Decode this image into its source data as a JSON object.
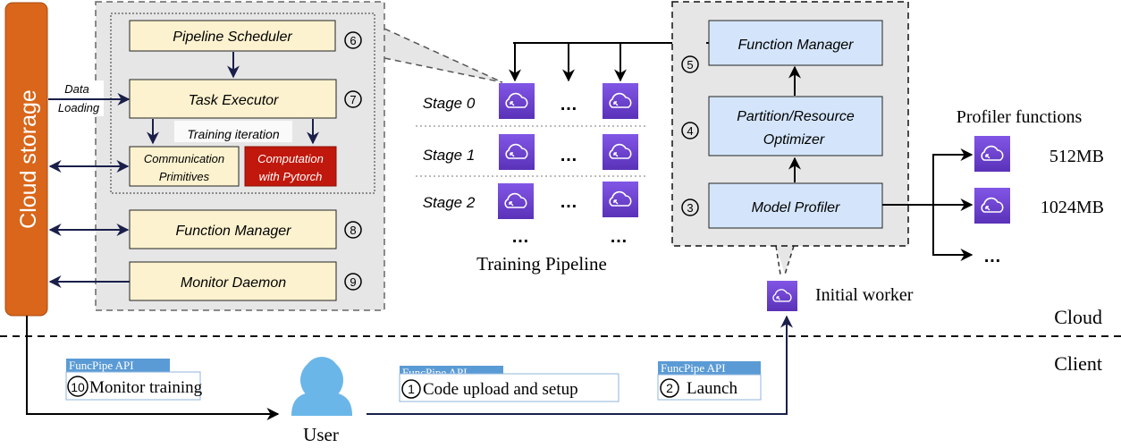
{
  "cloud_storage": {
    "label": "Cloud storage",
    "color": "#d9661a"
  },
  "data_loading": {
    "line1": "Data",
    "line2": "Loading"
  },
  "worker_detail": {
    "pipeline_scheduler": {
      "label": "Pipeline Scheduler",
      "step": "6"
    },
    "task_executor": {
      "label": "Task Executor",
      "step": "7"
    },
    "training_iteration": "Training iteration",
    "communication_primitives": {
      "line1": "Communication",
      "line2": "Primitives"
    },
    "computation": {
      "line1": "Computation",
      "line2": "with Pytorch",
      "color": "#c0180c"
    },
    "function_manager": {
      "label": "Function Manager",
      "step": "8"
    },
    "monitor_daemon": {
      "label": "Monitor Daemon",
      "step": "9"
    }
  },
  "training_pipeline": {
    "stages": [
      "Stage 0",
      "Stage 1",
      "Stage 2"
    ],
    "ellipsis": "…",
    "caption": "Training Pipeline"
  },
  "controller": {
    "function_manager": {
      "label": "Function Manager",
      "step": "5"
    },
    "optimizer": {
      "line1": "Partition/Resource",
      "line2": "Optimizer",
      "step": "4"
    },
    "model_profiler": {
      "label": "Model Profiler",
      "step": "3"
    }
  },
  "profiler_functions": {
    "title": "Profiler functions",
    "items": [
      "512MB",
      "1024MB"
    ],
    "more": "…"
  },
  "initial_worker": "Initial worker",
  "regions": {
    "cloud": "Cloud",
    "client": "Client"
  },
  "client_api": [
    {
      "tag": "FuncPipe API",
      "step": "10",
      "label": "Monitor training"
    },
    {
      "tag": "FuncPipe API",
      "step": "1",
      "label": "Code upload and setup"
    },
    {
      "tag": "FuncPipe API",
      "step": "2",
      "label": "Launch"
    }
  ],
  "user": "User",
  "colors": {
    "box_yellow": "#fdf2cf",
    "box_blue": "#d4e5fb",
    "lambda_purple": "#6a3fd0",
    "api_blue": "#5b9bd5",
    "user_blue": "#6bb6e8"
  }
}
